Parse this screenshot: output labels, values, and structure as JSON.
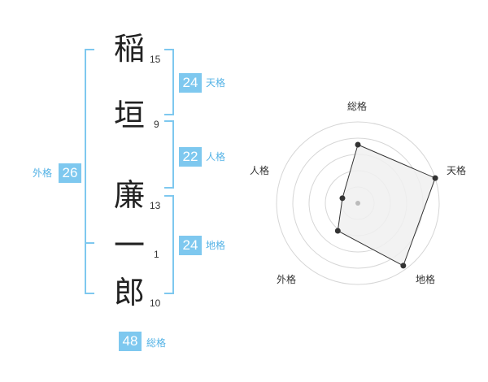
{
  "name_chars": [
    {
      "char": "稲",
      "strokes": "15"
    },
    {
      "char": "垣",
      "strokes": "9"
    },
    {
      "char": "廉",
      "strokes": "13"
    },
    {
      "char": "一",
      "strokes": "1"
    },
    {
      "char": "郎",
      "strokes": "10"
    }
  ],
  "fortune": {
    "tenkaku": {
      "value": "24",
      "label": "天格"
    },
    "jinkaku": {
      "value": "22",
      "label": "人格"
    },
    "chikaku": {
      "value": "24",
      "label": "地格"
    },
    "gaikaku": {
      "value": "26",
      "label": "外格"
    },
    "soukaku": {
      "value": "48",
      "label": "総格"
    }
  },
  "colors": {
    "accent": "#7ec8ef",
    "label_text": "#55b3e6",
    "radar_fill": "#f0f0f0",
    "radar_line": "#333333"
  },
  "chart_data": {
    "type": "radar",
    "axes": [
      "総格",
      "天格",
      "地格",
      "外格",
      "人格"
    ],
    "series": [
      {
        "values": [
          0.72,
          1.0,
          0.95,
          0.42,
          0.2
        ]
      }
    ],
    "rings": 5,
    "range": [
      0,
      1
    ]
  }
}
